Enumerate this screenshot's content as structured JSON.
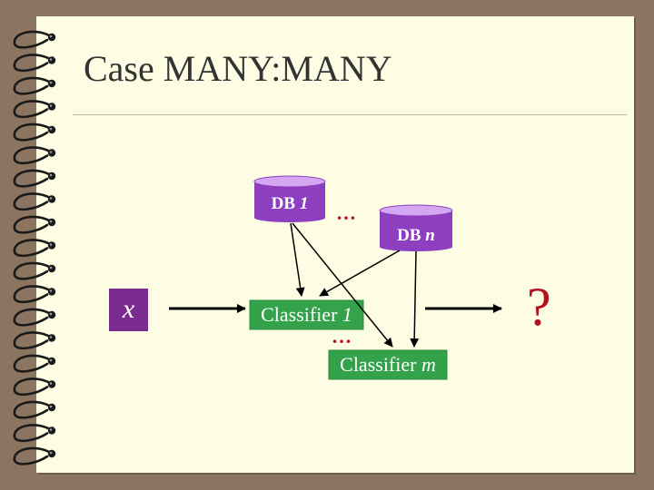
{
  "slide": {
    "title": "Case MANY:MANY"
  },
  "diagram": {
    "db_first": {
      "prefix": "DB ",
      "index": "1"
    },
    "db_last": {
      "prefix": "DB ",
      "index": "n"
    },
    "input": "x",
    "classifier_first": {
      "prefix": "Classifier ",
      "index": "1"
    },
    "classifier_last": {
      "prefix": "Classifier ",
      "index": "m"
    },
    "db_ellipsis": "…",
    "classifier_ellipsis": "…",
    "output": "?"
  },
  "colors": {
    "background": "#8b7560",
    "page": "#fdfde3",
    "db_fill": "#8d3fc0",
    "db_top": "#d5a6f1",
    "input_fill": "#7a2b8e",
    "classifier_fill": "#33a24a",
    "accent": "#b31020"
  }
}
